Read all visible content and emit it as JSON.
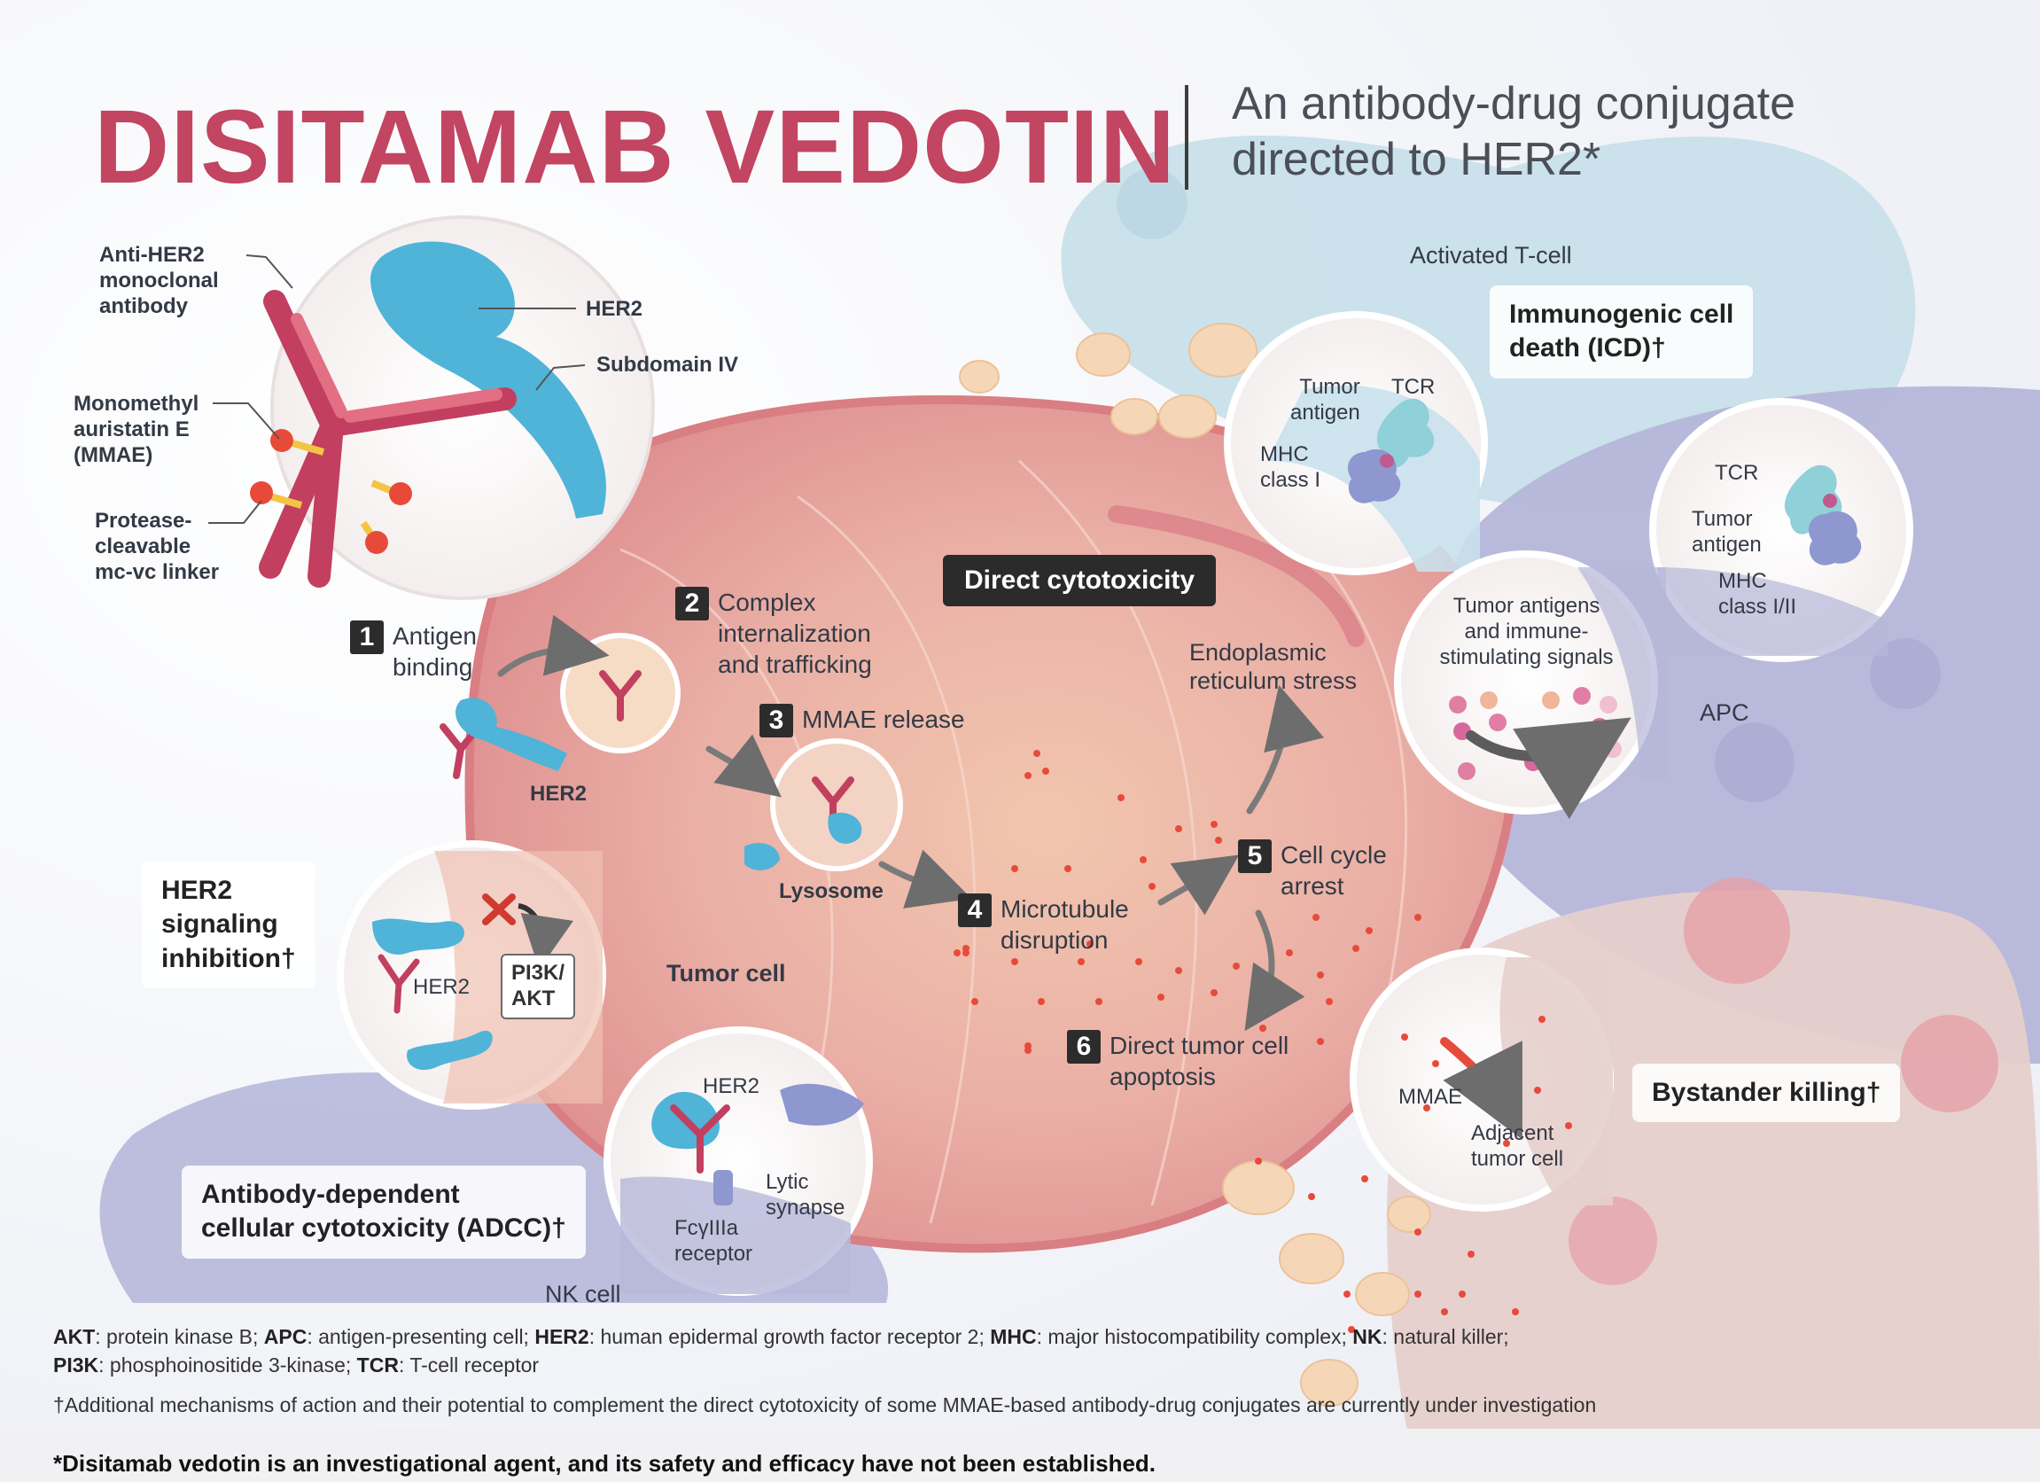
{
  "title": "DISITAMAB VEDOTIN",
  "subtitle": "An antibody-drug conjugate\ndirected to HER2*",
  "molecule": {
    "antibody": "Anti-HER2\nmonoclonal\nantibody",
    "her2": "HER2",
    "subdomain": "Subdomain IV",
    "mmae": "Monomethyl\nauristatin E\n(MMAE)",
    "linker": "Protease-\ncleavable\nmc-vc linker"
  },
  "steps": [
    {
      "num": "1",
      "label": "Antigen\nbinding"
    },
    {
      "num": "2",
      "label": "Complex\ninternalization\nand trafficking"
    },
    {
      "num": "3",
      "label": "MMAE release"
    },
    {
      "num": "4",
      "label": "Microtubule\ndisruption"
    },
    {
      "num": "5",
      "label": "Cell cycle\narrest"
    },
    {
      "num": "6",
      "label": "Direct tumor cell\napoptosis"
    }
  ],
  "labels": {
    "her2_bind": "HER2",
    "lysosome": "Lysosome",
    "tumor_cell": "Tumor cell",
    "er_stress": "Endoplasmic\nreticulum stress",
    "activated_tcell": "Activated T-cell",
    "apc": "APC",
    "nk_cell": "NK cell",
    "direct_cytotoxicity": "Direct cytotoxicity"
  },
  "boxes": {
    "icd": "Immunogenic cell\ndeath (ICD)†",
    "her2_inhibition": "HER2\nsignaling\ninhibition†",
    "adcc": "Antibody-dependent\ncellular cytotoxicity (ADCC)†",
    "bystander": "Bystander killing†"
  },
  "insets": {
    "tcr1": {
      "tumor_antigen": "Tumor\nantigen",
      "tcr": "TCR",
      "mhc": "MHC\nclass I"
    },
    "tcr2": {
      "tcr": "TCR",
      "tumor_antigen": "Tumor\nantigen",
      "mhc": "MHC\nclass I/II"
    },
    "antigens": "Tumor antigens\nand immune-\nstimulating signals",
    "her2_sig": {
      "her2": "HER2",
      "pi3k": "PI3K/\nAKT"
    },
    "adcc": {
      "her2": "HER2",
      "lytic": "Lytic\nsynapse",
      "receptor": "FcγIIIa\nreceptor"
    },
    "bystander": {
      "mmae": "MMAE",
      "adjacent": "Adjacent\ntumor cell"
    }
  },
  "footer": {
    "abbreviations": [
      {
        "abbr": "AKT",
        "def": ": protein kinase B; "
      },
      {
        "abbr": "APC",
        "def": ": antigen-presenting cell; "
      },
      {
        "abbr": "HER2",
        "def": ": human epidermal growth factor receptor 2; "
      },
      {
        "abbr": "MHC",
        "def": ": major histocompatibility complex; "
      },
      {
        "abbr": "NK",
        "def": ": natural killer;"
      },
      {
        "abbr": "PI3K",
        "def": ": phosphoinositide 3-kinase; "
      },
      {
        "abbr": "TCR",
        "def": ": T-cell receptor"
      }
    ],
    "dagger_note": "†Additional mechanisms of action and their potential to complement the direct cytotoxicity of some MMAE-based antibody-drug conjugates are currently under investigation",
    "star_note": "*Disitamab vedotin is an investigational agent, and its safety and efficacy have not been established."
  },
  "colors": {
    "title": "#c24561",
    "antibody": "#c23f5f",
    "her2": "#4fb4d8",
    "cell": "#e8a3a1",
    "tcell_bg": "#c9e1ec",
    "apc_bg": "#b7b8da",
    "mmae_dot": "#e84a3a"
  }
}
